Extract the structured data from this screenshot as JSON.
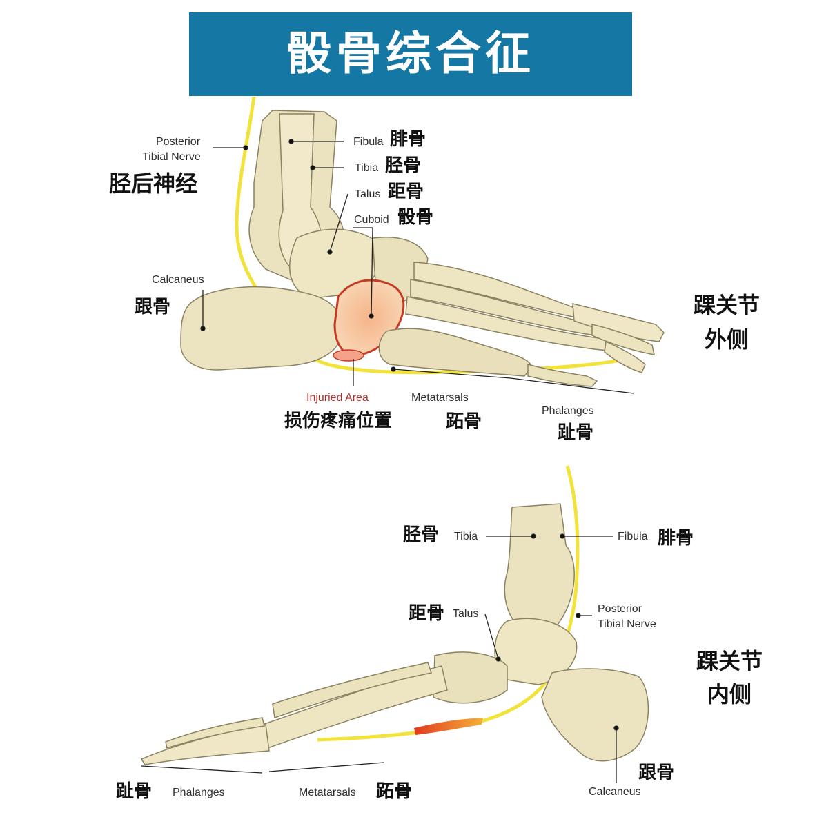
{
  "title": "骰骨综合征",
  "colors": {
    "banner": "#1577a3",
    "nerve": "#f2e33a",
    "bone": "#ece4c2",
    "injury": "#e8663a"
  },
  "lateral_view": {
    "side_label": [
      "踝关节",
      "外侧"
    ],
    "labels": [
      {
        "key": "nerve",
        "en": [
          "Posterior",
          "Tibial Nerve"
        ],
        "cn": "胫后神经"
      },
      {
        "key": "fibula",
        "en": "Fibula",
        "cn": "腓骨"
      },
      {
        "key": "tibia",
        "en": "Tibia",
        "cn": "胫骨"
      },
      {
        "key": "talus",
        "en": "Talus",
        "cn": "距骨"
      },
      {
        "key": "cuboid",
        "en": "Cuboid",
        "cn": "骰骨"
      },
      {
        "key": "calcaneus",
        "en": "Calcaneus",
        "cn": "跟骨"
      },
      {
        "key": "injured",
        "en": "Injuried Area",
        "cn": "损伤疼痛位置"
      },
      {
        "key": "metatarsals",
        "en": "Metatarsals",
        "cn": "跖骨"
      },
      {
        "key": "phalanges",
        "en": "Phalanges",
        "cn": "趾骨"
      }
    ]
  },
  "medial_view": {
    "side_label": [
      "踝关节",
      "内侧"
    ],
    "labels": [
      {
        "key": "tibia",
        "en": "Tibia",
        "cn": "胫骨"
      },
      {
        "key": "fibula",
        "en": "Fibula",
        "cn": "腓骨"
      },
      {
        "key": "talus",
        "en": "Talus",
        "cn": "距骨"
      },
      {
        "key": "nerve",
        "en": [
          "Posterior",
          "Tibial Nerve"
        ]
      },
      {
        "key": "calcaneus",
        "en": "Calcaneus",
        "cn": "跟骨"
      },
      {
        "key": "phalanges",
        "en": "Phalanges",
        "cn": "趾骨"
      },
      {
        "key": "metatarsals",
        "en": "Metatarsals",
        "cn": "跖骨"
      }
    ]
  }
}
